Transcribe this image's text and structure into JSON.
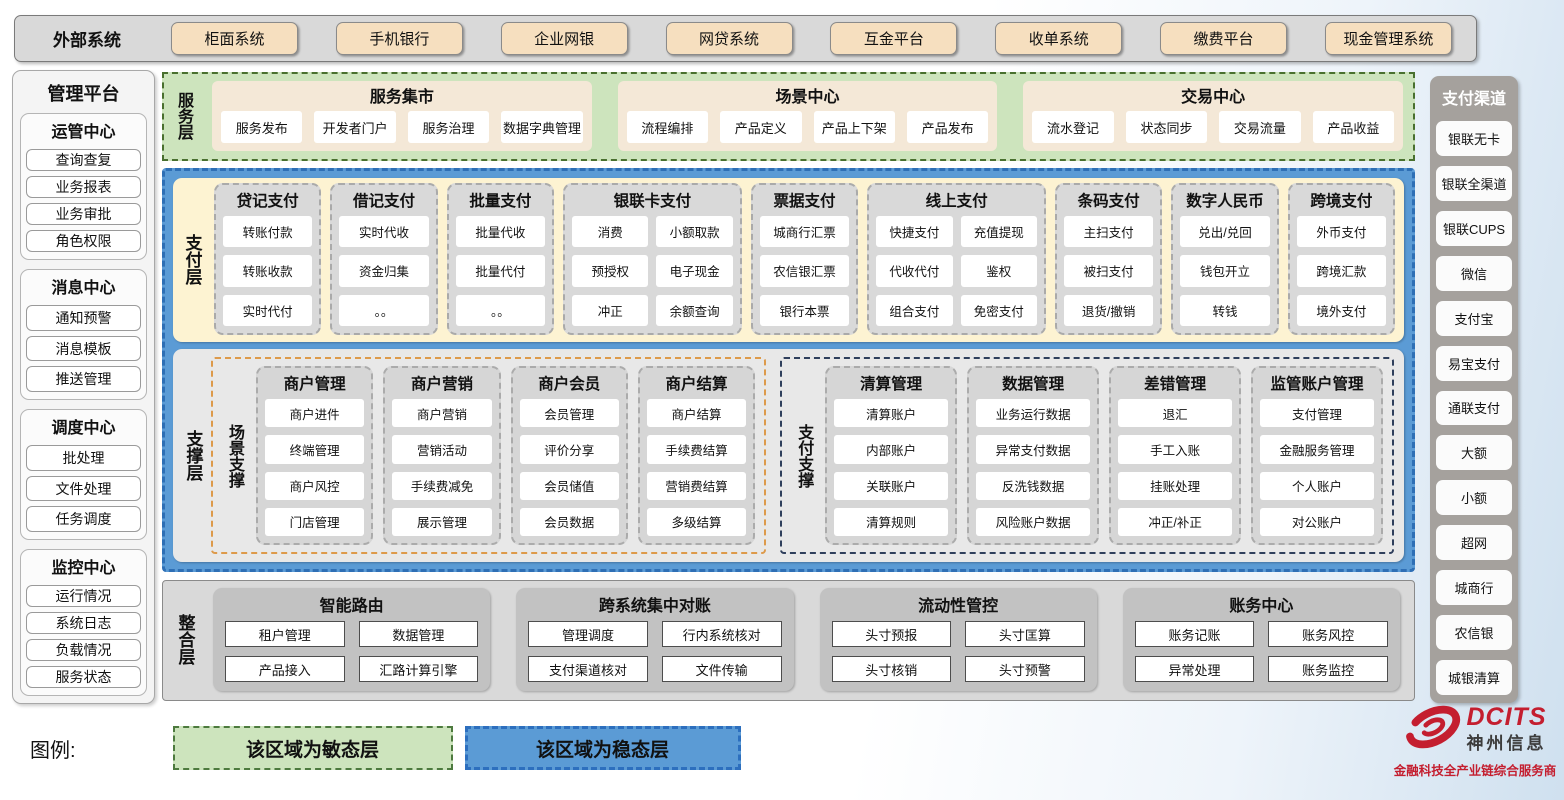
{
  "external_systems": {
    "label": "外部系统",
    "items": [
      "柜面系统",
      "手机银行",
      "企业网银",
      "网贷系统",
      "互金平台",
      "收单系统",
      "缴费平台",
      "现金管理系统"
    ]
  },
  "management_platform": {
    "title": "管理平台",
    "groups": [
      {
        "title": "运管中心",
        "items": [
          "查询查复",
          "业务报表",
          "业务审批",
          "角色权限"
        ]
      },
      {
        "title": "消息中心",
        "items": [
          "通知预警",
          "消息模板",
          "推送管理"
        ]
      },
      {
        "title": "调度中心",
        "items": [
          "批处理",
          "文件处理",
          "任务调度"
        ]
      },
      {
        "title": "监控中心",
        "items": [
          "运行情况",
          "系统日志",
          "负载情况",
          "服务状态"
        ]
      }
    ]
  },
  "service_layer": {
    "label": "服务层",
    "groups": [
      {
        "title": "服务集市",
        "items": [
          "服务发布",
          "开发者门户",
          "服务治理",
          "数据字典管理"
        ]
      },
      {
        "title": "场景中心",
        "items": [
          "流程编排",
          "产品定义",
          "产品上下架",
          "产品发布"
        ]
      },
      {
        "title": "交易中心",
        "items": [
          "流水登记",
          "状态同步",
          "交易流量",
          "产品收益"
        ]
      }
    ]
  },
  "payment_layer": {
    "label": "支付层",
    "columns": [
      {
        "title": "贷记支付",
        "cols": 1,
        "items": [
          "转账付款",
          "转账收款",
          "实时代付"
        ]
      },
      {
        "title": "借记支付",
        "cols": 1,
        "items": [
          "实时代收",
          "资金归集",
          "。。"
        ]
      },
      {
        "title": "批量支付",
        "cols": 1,
        "items": [
          "批量代收",
          "批量代付",
          "。。"
        ]
      },
      {
        "title": "银联卡支付",
        "cols": 2,
        "items": [
          "消费",
          "小额取款",
          "预授权",
          "电子现金",
          "冲正",
          "余额查询"
        ]
      },
      {
        "title": "票据支付",
        "cols": 1,
        "items": [
          "城商行汇票",
          "农信银汇票",
          "银行本票"
        ]
      },
      {
        "title": "线上支付",
        "cols": 2,
        "items": [
          "快捷支付",
          "充值提现",
          "代收代付",
          "鉴权",
          "组合支付",
          "免密支付"
        ]
      },
      {
        "title": "条码支付",
        "cols": 1,
        "items": [
          "主扫支付",
          "被扫支付",
          "退货/撤销"
        ]
      },
      {
        "title": "数字人民币",
        "cols": 1,
        "items": [
          "兑出/兑回",
          "钱包开立",
          "转钱"
        ]
      },
      {
        "title": "跨境支付",
        "cols": 1,
        "items": [
          "外币支付",
          "跨境汇款",
          "境外支付"
        ]
      }
    ]
  },
  "support_layer": {
    "label": "支撑层",
    "sections": [
      {
        "label": "场景支撑",
        "columns": [
          {
            "title": "商户管理",
            "items": [
              "商户进件",
              "终端管理",
              "商户风控",
              "门店管理"
            ]
          },
          {
            "title": "商户营销",
            "items": [
              "商户营销",
              "营销活动",
              "手续费减免",
              "展示管理"
            ]
          },
          {
            "title": "商户会员",
            "items": [
              "会员管理",
              "评价分享",
              "会员储值",
              "会员数据"
            ]
          },
          {
            "title": "商户结算",
            "items": [
              "商户结算",
              "手续费结算",
              "营销费结算",
              "多级结算"
            ]
          }
        ]
      },
      {
        "label": "支付支撑",
        "columns": [
          {
            "title": "清算管理",
            "items": [
              "清算账户",
              "内部账户",
              "关联账户",
              "清算规则"
            ]
          },
          {
            "title": "数据管理",
            "items": [
              "业务运行数据",
              "异常支付数据",
              "反洗钱数据",
              "风险账户数据"
            ]
          },
          {
            "title": "差错管理",
            "items": [
              "退汇",
              "手工入账",
              "挂账处理",
              "冲正/补正"
            ]
          },
          {
            "title": "监管账户管理",
            "items": [
              "支付管理",
              "金融服务管理",
              "个人账户",
              "对公账户"
            ]
          }
        ]
      }
    ]
  },
  "integration_layer": {
    "label": "整合层",
    "groups": [
      {
        "title": "智能路由",
        "items": [
          "租户管理",
          "数据管理",
          "产品接入",
          "汇路计算引擎"
        ]
      },
      {
        "title": "跨系统集中对账",
        "items": [
          "管理调度",
          "行内系统核对",
          "支付渠道核对",
          "文件传输"
        ]
      },
      {
        "title": "流动性管控",
        "items": [
          "头寸预报",
          "头寸匡算",
          "头寸核销",
          "头寸预警"
        ]
      },
      {
        "title": "账务中心",
        "items": [
          "账务记账",
          "账务风控",
          "异常处理",
          "账务监控"
        ]
      }
    ]
  },
  "payment_channels": {
    "title": "支付渠道",
    "items": [
      "银联无卡",
      "银联全渠道",
      "银联CUPS",
      "微信",
      "支付宝",
      "易宝支付",
      "通联支付",
      "大额",
      "小额",
      "超网",
      "城商行",
      "农信银",
      "城银清算"
    ]
  },
  "legend": {
    "label": "图例:",
    "agile": "该区域为敏态层",
    "stable": "该区域为稳态层"
  },
  "branding": {
    "name_en": "DCITS",
    "name_cn": "神州信息",
    "slogan": "金融科技全产业链综合服务商"
  },
  "colors": {
    "agile_fill": "#cde4bd",
    "agile_border": "#49702f",
    "stable_fill": "#5b9bd5",
    "stable_border": "#2e6fb5",
    "tan_button": "#f6dfbf",
    "payment_panel": "#fdf3d2",
    "scene_border": "#dd9a4b",
    "pay_support_border": "#2f3f5c",
    "brand_red": "#c41e2f"
  }
}
